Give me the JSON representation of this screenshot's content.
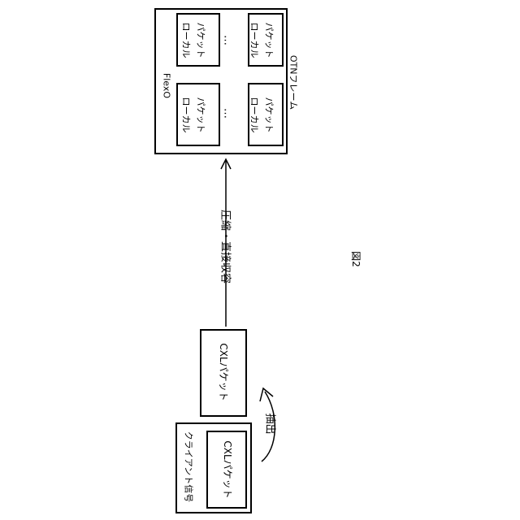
{
  "flexo_frame": {
    "label": "FlexO",
    "frame_label": "OTNフレーム",
    "packets": [
      {
        "line1": "ローカル",
        "line2": "パケット"
      },
      {
        "line1": "ローカル",
        "line2": "パケット"
      },
      {
        "line1": "ローカル",
        "line2": "パケット"
      },
      {
        "line1": "ローカル",
        "line2": "パケット"
      }
    ],
    "ellipsis": "…"
  },
  "arrow_label": "圧縮・直接収容",
  "cxl_packet": "CXLパケット",
  "extract_label": "抽出",
  "client_signal": {
    "label": "クライアント信号",
    "inner": "CXLパケット"
  },
  "figure_label": "図2"
}
